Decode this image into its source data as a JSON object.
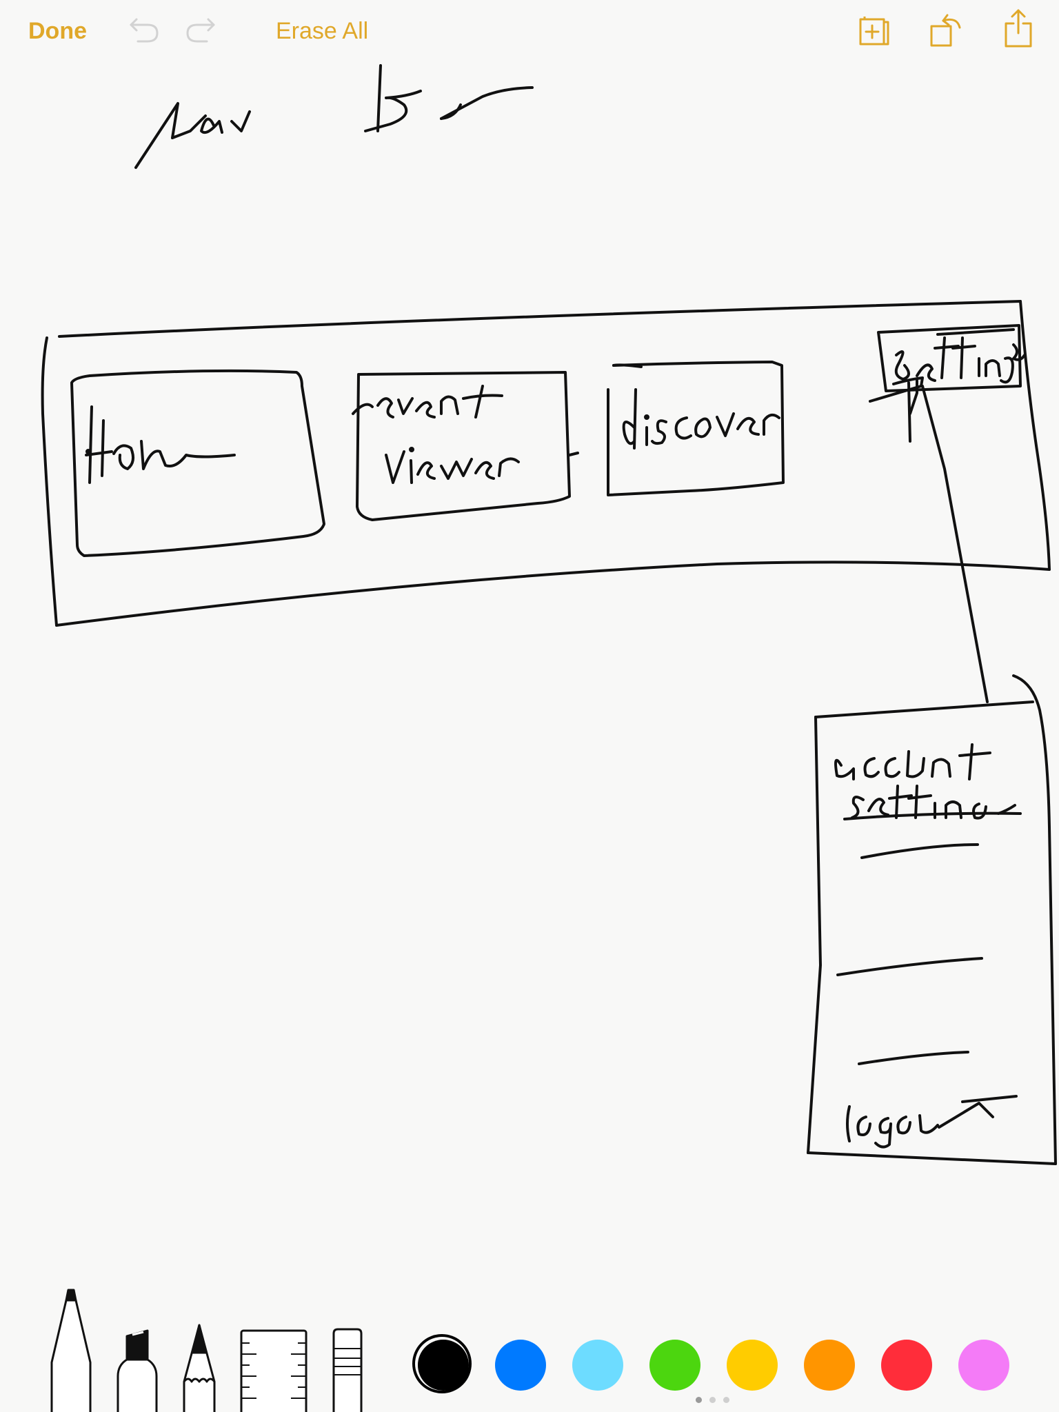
{
  "toolbar": {
    "done_label": "Done",
    "erase_all_label": "Erase All",
    "accent_color": "#e0a82a",
    "disabled_color": "#d2d2d2",
    "icons": [
      "undo-icon",
      "redo-icon",
      "add-page-icon",
      "rotate-icon",
      "share-icon"
    ]
  },
  "sketch": {
    "ink_color": "#111111"
  },
  "tools": {
    "items": [
      "pen",
      "marker",
      "pencil",
      "ruler",
      "eraser"
    ]
  },
  "palette": {
    "colors": [
      {
        "name": "black",
        "hex": "#000000",
        "selected": true
      },
      {
        "name": "blue",
        "hex": "#007aff",
        "selected": false
      },
      {
        "name": "light-blue",
        "hex": "#6ddcff",
        "selected": false
      },
      {
        "name": "green",
        "hex": "#4cd60f",
        "selected": false
      },
      {
        "name": "yellow",
        "hex": "#ffcc00",
        "selected": false
      },
      {
        "name": "orange",
        "hex": "#ff9500",
        "selected": false
      },
      {
        "name": "red",
        "hex": "#ff2d3a",
        "selected": false
      },
      {
        "name": "pink",
        "hex": "#f47bf7",
        "selected": false
      }
    ]
  },
  "pager": {
    "count": 3,
    "current": 1
  }
}
